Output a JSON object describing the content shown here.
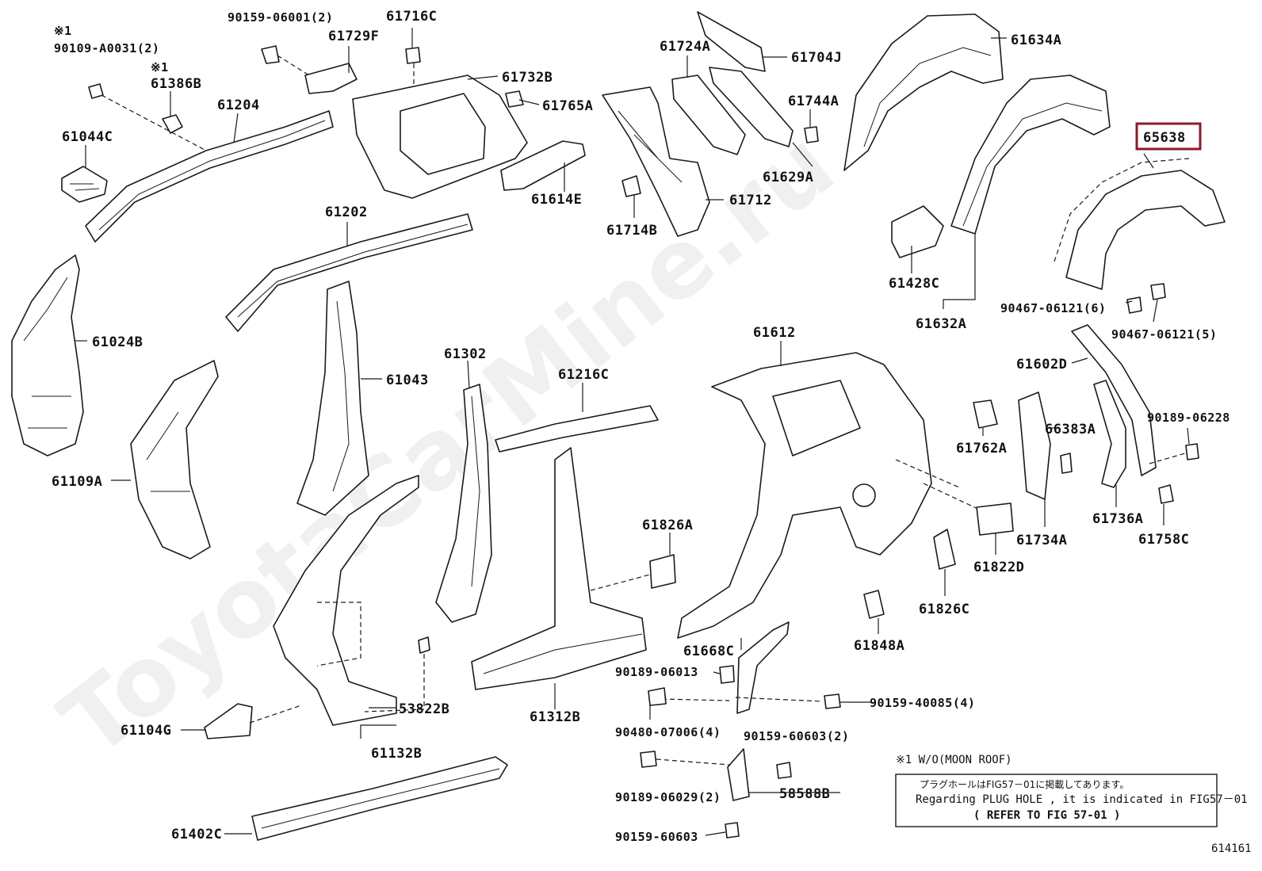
{
  "watermark": "ToyotaCarMine.ru",
  "diagram_id": "614161",
  "highlight_color": "#8b1a2b",
  "highlighted_part": "65638",
  "footnote_marker": "※1 W/O(MOON ROOF)",
  "notice": {
    "jp": "プラグホールはFIG57－01に掲載してあります。",
    "en": "Regarding PLUG HOLE , it is indicated in FIG57－01",
    "ref": "( REFER TO FIG 57-01 )"
  },
  "labels": {
    "p90159_06001": "90159-06001(2)",
    "p61716C": "61716C",
    "p61729F": "61729F",
    "p61724A": "61724A",
    "p61704J": "61704J",
    "p61634A": "61634A",
    "m1a": "※1",
    "p90109_A0031": "90109-A0031(2)",
    "m1b": "※1",
    "p61386B": "61386B",
    "p61732B": "61732B",
    "p61204": "61204",
    "p61765A": "61765A",
    "p61744A": "61744A",
    "p65638": "65638",
    "p61044C": "61044C",
    "p61614E": "61614E",
    "p61629A": "61629A",
    "p61712": "61712",
    "p61714B": "61714B",
    "p61202": "61202",
    "p61428C": "61428C",
    "p90467_6": "90467-06121(6)",
    "p61632A": "61632A",
    "p90467_5": "90467-06121(5)",
    "p61024B": "61024B",
    "p61612": "61612",
    "p61602D": "61602D",
    "p61302": "61302",
    "p61043": "61043",
    "p61216C": "61216C",
    "p90189_06228": "90189-06228",
    "p61762A": "61762A",
    "p66383A": "66383A",
    "p61109A": "61109A",
    "p61826A": "61826A",
    "p61736A": "61736A",
    "p61734A": "61734A",
    "p61758C": "61758C",
    "p61822D": "61822D",
    "p61826C": "61826C",
    "p61668C": "61668C",
    "p61848A": "61848A",
    "p90189_06013": "90189-06013",
    "p90159_40085": "90159-40085(4)",
    "p53822B": "53822B",
    "p61104G": "61104G",
    "p61312B": "61312B",
    "p90480_07006": "90480-07006(4)",
    "p90159_60603_2": "90159-60603(2)",
    "p61132B": "61132B",
    "p58588B": "58588B",
    "p90189_06029": "90189-06029(2)",
    "p61402C": "61402C",
    "p90159_60603": "90159-60603"
  }
}
